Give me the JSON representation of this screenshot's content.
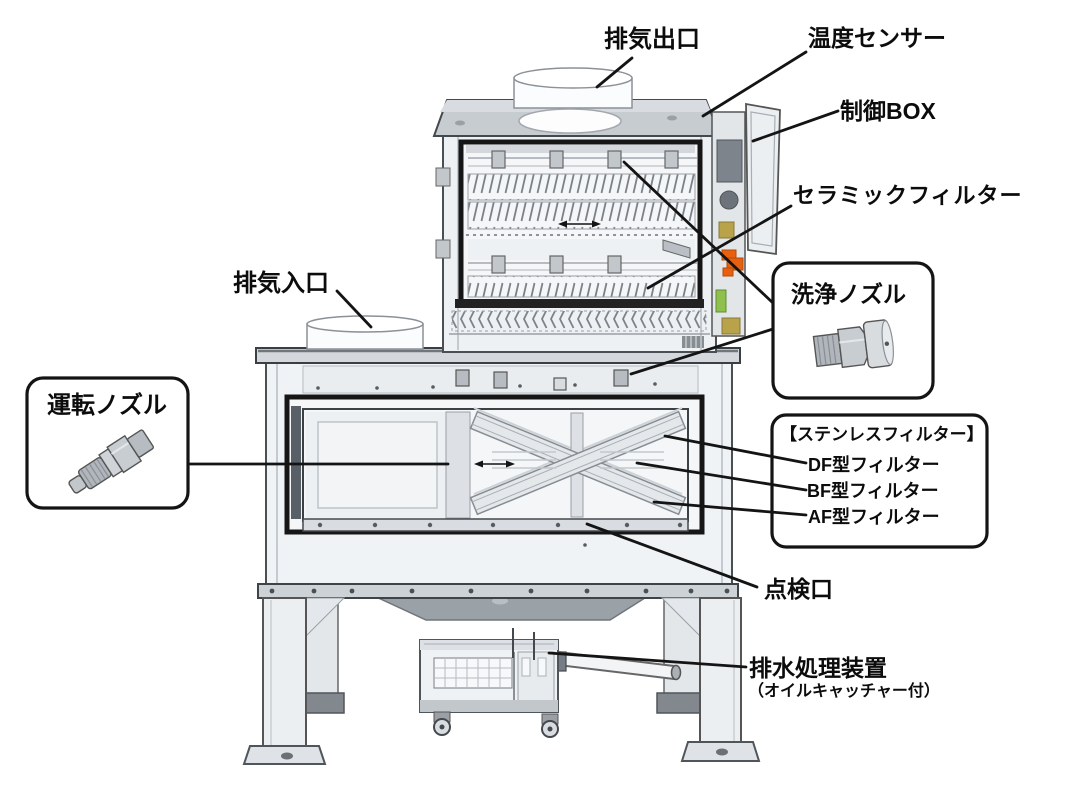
{
  "diagram": {
    "kind": "annotated-equipment-diagram",
    "description": "Exhaust gas filter unit cutaway illustration with Japanese part callouts",
    "colors": {
      "outline": "#141414",
      "machine_light": "#eef1f4",
      "machine_mid": "#d4d8dc",
      "machine_dark": "#9aa1a7",
      "frame_black": "#1a1a1a",
      "accent_orange": "#e8600f",
      "accent_brass": "#b8a24a",
      "accent_green": "#8fbf4d",
      "background": "#ffffff"
    }
  },
  "labels": {
    "exhaust_outlet": "排気出口",
    "temperature_sensor": "温度センサー",
    "control_box": "制御BOX",
    "ceramic_filter": "セラミックフィルター",
    "washing_nozzle": "洗浄ノズル",
    "exhaust_inlet": "排気入口",
    "operation_nozzle": "運転ノズル",
    "stainless_filter_title": "【ステンレスフィルター】",
    "df_filter": "DF型フィルター",
    "bf_filter": "BF型フィルター",
    "af_filter": "AF型フィルター",
    "inspection_port": "点検口",
    "drain_unit": "排水処理装置",
    "drain_unit_note": "（オイルキャッチャー付）"
  }
}
